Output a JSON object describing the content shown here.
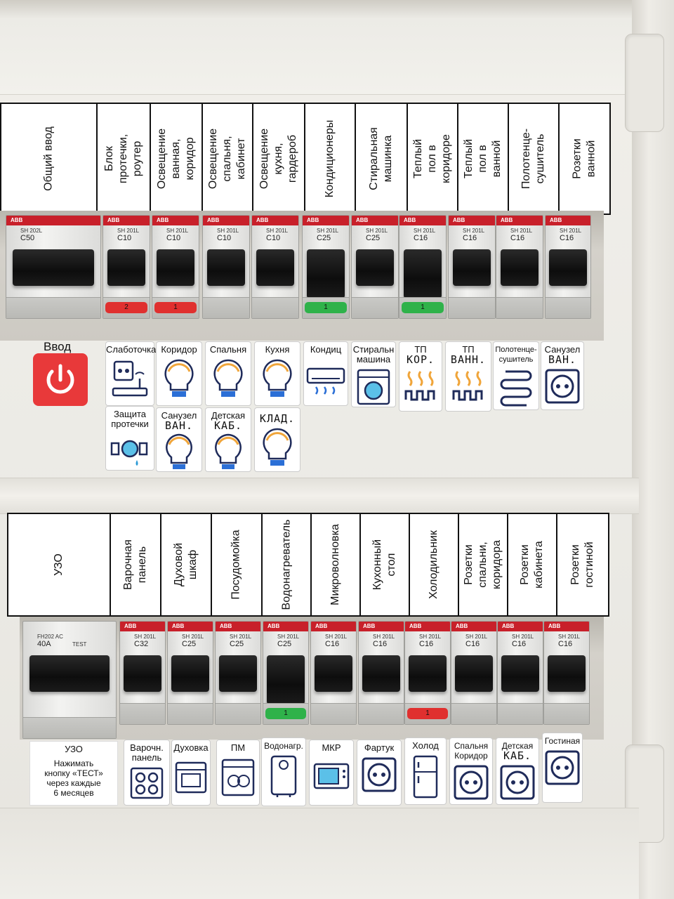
{
  "top_labels": [
    "Общий ввод",
    "Блок протечки,\nроутер",
    "Освещение\nванная, коридор",
    "Освещение\nспальня, кабинет",
    "Освещение\nкухня, гардероб",
    "Кондиционеры",
    "Стиральная\nмашинка",
    "Теплый пол в\nкоридоре",
    "Теплый пол в\nванной",
    "Полотенце-\nсушитель",
    "Розетки ванной"
  ],
  "bottom_labels": [
    "УЗО",
    "Варочная панель",
    "Духовой шкаф",
    "Посудомойка",
    "Водонагреватель",
    "Микроволновка",
    "Кухонный стол",
    "Холодильник",
    "Розетки\nспальни,\nкоридора",
    "Розетки кабинета",
    "Розетки гостиной"
  ],
  "top_breakers": [
    {
      "brand": "ABB",
      "model": "SH 202L",
      "rating": "C50"
    },
    {
      "brand": "ABB",
      "model": "SH 201L",
      "rating": "C10",
      "tag": "2"
    },
    {
      "brand": "ABB",
      "model": "SH 201L",
      "rating": "C10",
      "tag": "1"
    },
    {
      "brand": "ABB",
      "model": "SH 201L",
      "rating": "C10"
    },
    {
      "brand": "ABB",
      "model": "SH 201L",
      "rating": "C10"
    },
    {
      "brand": "ABB",
      "model": "SH 201L",
      "rating": "C25",
      "tag": "1"
    },
    {
      "brand": "ABB",
      "model": "SH 201L",
      "rating": "C25"
    },
    {
      "brand": "ABB",
      "model": "SH 201L",
      "rating": "C16",
      "tag": "1"
    },
    {
      "brand": "ABB",
      "model": "SH 201L",
      "rating": "C16"
    },
    {
      "brand": "ABB",
      "model": "SH 201L",
      "rating": "C16"
    },
    {
      "brand": "ABB",
      "model": "SH 201L",
      "rating": "C16"
    }
  ],
  "bottom_breakers": [
    {
      "model": "FH202 AC",
      "rating": "40A",
      "test": "TEST"
    },
    {
      "brand": "ABB",
      "model": "SH 201L",
      "rating": "C32"
    },
    {
      "brand": "ABB",
      "model": "SH 201L",
      "rating": "C25"
    },
    {
      "brand": "ABB",
      "model": "SH 201L",
      "rating": "C25"
    },
    {
      "brand": "ABB",
      "model": "SH 201L",
      "rating": "C25",
      "tag": "1"
    },
    {
      "brand": "ABB",
      "model": "SH 201L",
      "rating": "C16"
    },
    {
      "brand": "ABB",
      "model": "SH 201L",
      "rating": "C16"
    },
    {
      "brand": "ABB",
      "model": "SH 201L",
      "rating": "C16",
      "tag": "1"
    },
    {
      "brand": "ABB",
      "model": "SH 201L",
      "rating": "C16"
    },
    {
      "brand": "ABB",
      "model": "SH 201L",
      "rating": "C16"
    },
    {
      "brand": "ABB",
      "model": "SH 201L",
      "rating": "C16"
    }
  ],
  "top_icons": {
    "vvod": "Ввод",
    "slabotochka": "Слаботочка",
    "koridor": "Коридор",
    "spalnya": "Спальня",
    "kuhnya": "Кухня",
    "kondic": "Кондиц",
    "stiral": "Стиральн\nмашина",
    "tp1": "ТП",
    "tp1_hand": "КОР.",
    "tp2": "ТП",
    "tp2_hand": "ВАНН.",
    "polot": "Полотенце-\nсушитель",
    "sanuzel": "Санузел",
    "sanuzel_hand": "ВАН.",
    "zashita": "Защита\nпротечки",
    "sanuzel2": "Санузел",
    "sanuzel2_hand": "ВАН.",
    "detskaya": "Детская",
    "detskaya_hand": "КАБ.",
    "klad_hand": "КЛАД."
  },
  "bottom_icons": {
    "uzo_title": "УЗО",
    "uzo_text": "Нажимать\nкнопку «ТЕСТ»\nчерез каждые\n6 месяцев",
    "varoch": "Варочн.\nпанель",
    "duhovka": "Духовка",
    "pm": "ПМ",
    "vodonagr": "Водонагр.",
    "mkr": "МКР",
    "fartuk": "Фартук",
    "holod": "Холод",
    "spalnya_koridor": "Спальня\nКоридор",
    "detskaya": "Детская",
    "detskaya_hand": "КАБ.",
    "gostinaya": "Гостиная"
  },
  "colors": {
    "abb_red": "#c8202a",
    "tag_red": "#e0302f",
    "tag_green": "#2fb24a",
    "power_button": "#e8393a",
    "bulb_orange": "#f0a53a",
    "icon_navy": "#1f2b5a"
  }
}
